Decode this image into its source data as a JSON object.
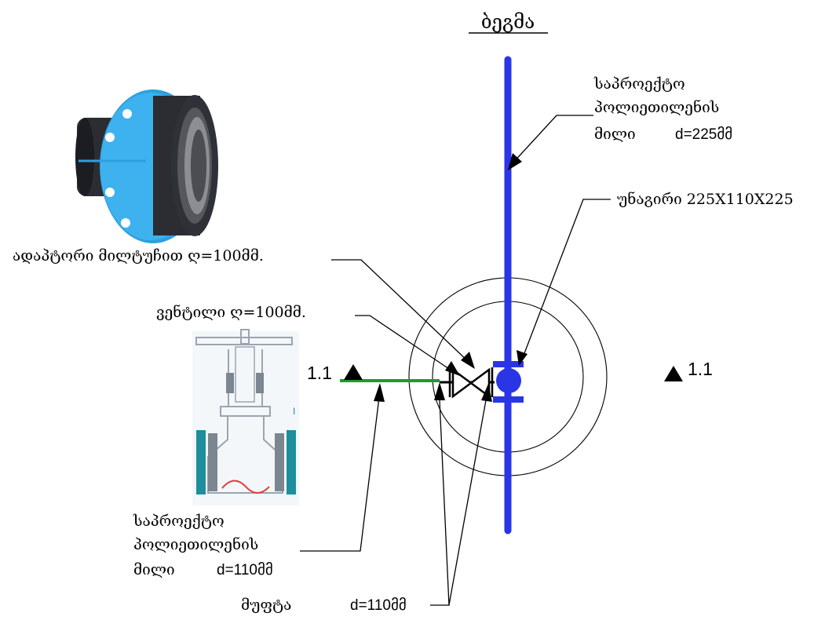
{
  "title": "ბეგმა",
  "pipe_main": {
    "line1": "საპროექტო",
    "line2": "პოლიეთილენის",
    "line3_word": "მილი",
    "line3_value": "d=225მმ"
  },
  "tee": {
    "label": "უნაგირი 225X110X225"
  },
  "adapter": {
    "label": "ადაპტორი მილტუჩით ღ=100მმ."
  },
  "valve": {
    "label": "ვენტილი ღ=100მმ."
  },
  "pipe_branch": {
    "line1": "საპროექტო",
    "line2": "პოლიეთილენის",
    "line3_word": "მილი",
    "line3_value": "d=110მმ"
  },
  "coupling": {
    "word": "მუფტა",
    "value": "d=110მმ"
  },
  "section_marks": {
    "left": "1.1",
    "right": "1.1"
  },
  "colors": {
    "main_pipe": "#2a35e6",
    "branch_pipe": "#1f9a2e",
    "flange_blue": "#2f9fe0",
    "flange_dark": "#2b2d33",
    "valve_frame": "#d7dde3",
    "valve_teal": "#1d8f9c",
    "valve_red": "#e53a3a"
  }
}
